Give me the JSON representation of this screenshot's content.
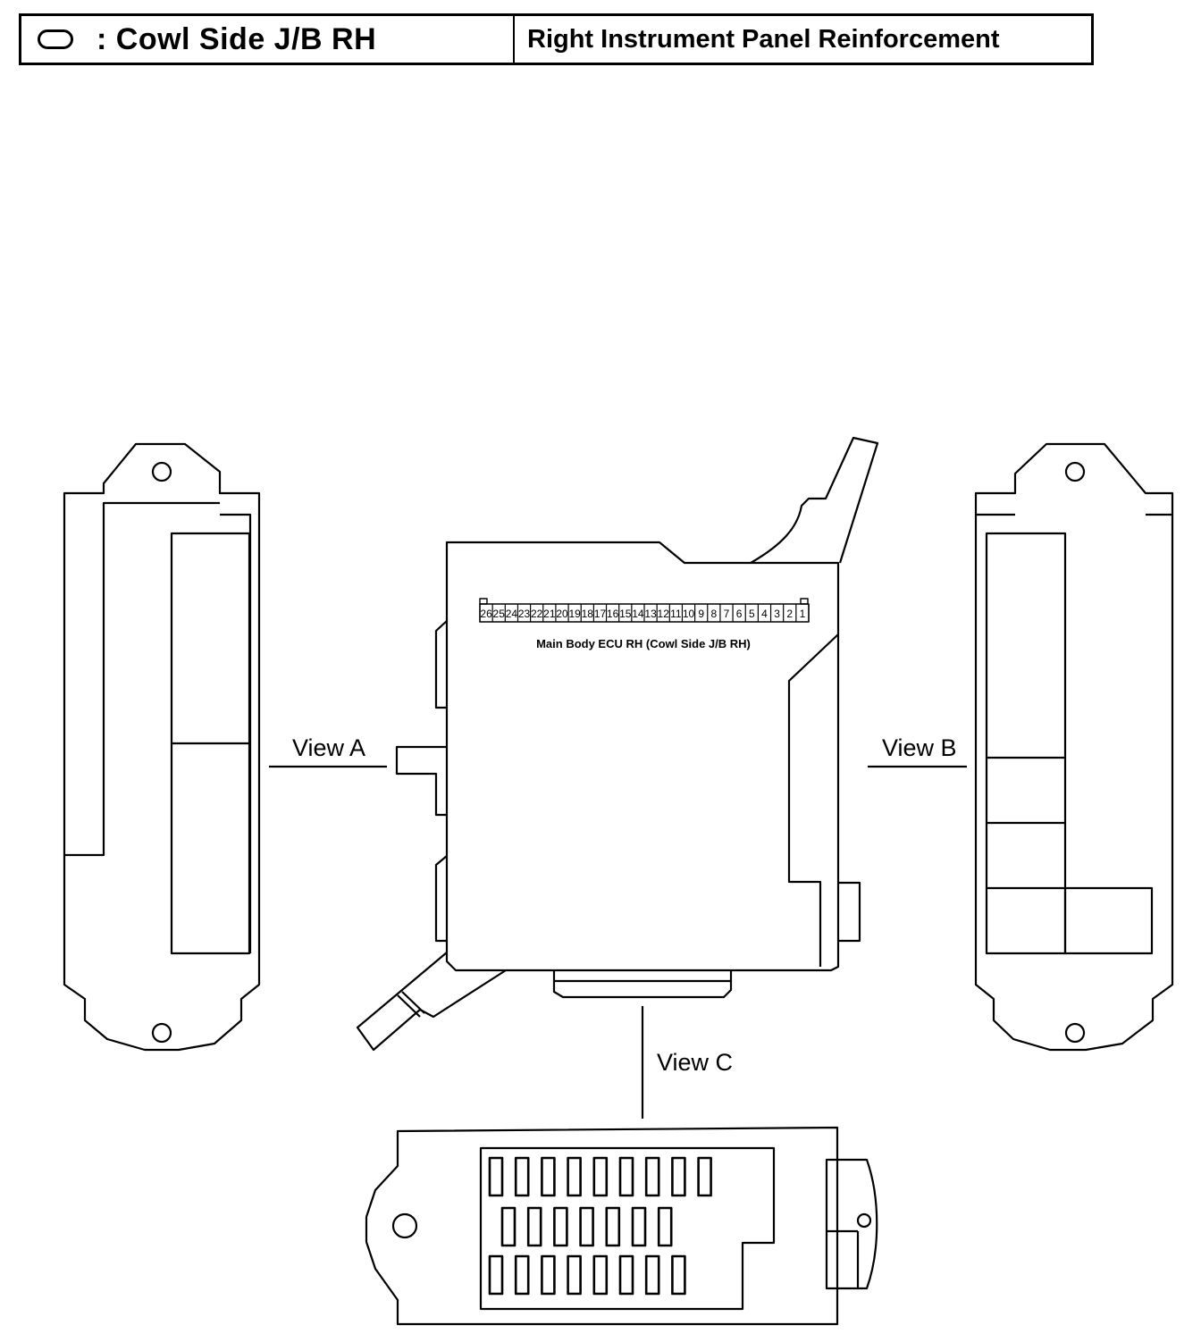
{
  "header": {
    "legend_text": ": Cowl Side J/B RH",
    "location": "Right Instrument Panel Reinforcement"
  },
  "views": {
    "view_a": "View A",
    "view_b": "View B",
    "view_c": "View C"
  },
  "connector": {
    "caption": "Main Body ECU RH (Cowl Side J/B RH)",
    "pins": [
      "26",
      "25",
      "24",
      "23",
      "22",
      "21",
      "20",
      "19",
      "18",
      "17",
      "16",
      "15",
      "14",
      "13",
      "12",
      "11",
      "10",
      "9",
      "8",
      "7",
      "6",
      "5",
      "4",
      "3",
      "2",
      "1"
    ]
  }
}
